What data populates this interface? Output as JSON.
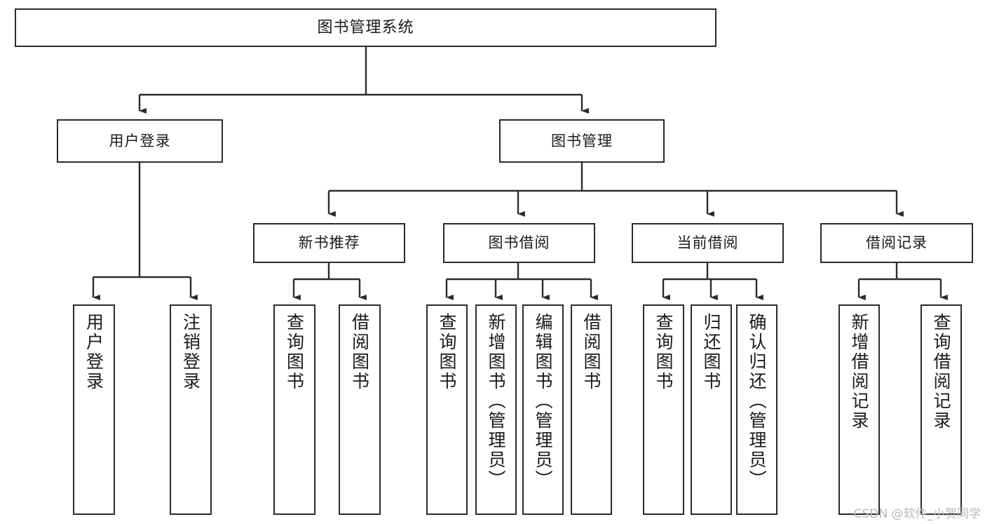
{
  "diagram": {
    "type": "tree-hierarchy",
    "title": "图书管理系统",
    "root": {
      "id": "root",
      "label": "图书管理系统"
    },
    "level2": [
      {
        "id": "user-login",
        "label": "用户登录"
      },
      {
        "id": "book-manage",
        "label": "图书管理"
      }
    ],
    "level3": [
      {
        "id": "new-book-rec",
        "label": "新书推荐",
        "parent": "book-manage"
      },
      {
        "id": "book-borrow",
        "label": "图书借阅",
        "parent": "book-manage"
      },
      {
        "id": "current-borrow",
        "label": "当前借阅",
        "parent": "book-manage"
      },
      {
        "id": "borrow-record",
        "label": "借阅记录",
        "parent": "book-manage"
      }
    ],
    "leaves": [
      {
        "id": "leaf-user-login",
        "label": "用户登录",
        "parent": "user-login"
      },
      {
        "id": "leaf-logout",
        "label": "注销登录",
        "parent": "user-login"
      },
      {
        "id": "leaf-query-book-1",
        "label": "查询图书",
        "parent": "new-book-rec"
      },
      {
        "id": "leaf-borrow-book-1",
        "label": "借阅图书",
        "parent": "new-book-rec"
      },
      {
        "id": "leaf-query-book-2",
        "label": "查询图书",
        "parent": "book-borrow"
      },
      {
        "id": "leaf-add-book",
        "label": "新增图书（管理员）",
        "parent": "book-borrow"
      },
      {
        "id": "leaf-edit-book",
        "label": "编辑图书（管理员）",
        "parent": "book-borrow"
      },
      {
        "id": "leaf-borrow-book-2",
        "label": "借阅图书",
        "parent": "book-borrow"
      },
      {
        "id": "leaf-query-book-3",
        "label": "查询图书",
        "parent": "current-borrow"
      },
      {
        "id": "leaf-return-book",
        "label": "归还图书",
        "parent": "current-borrow"
      },
      {
        "id": "leaf-confirm-return",
        "label": "确认归还（管理员）",
        "parent": "current-borrow"
      },
      {
        "id": "leaf-add-record",
        "label": "新增借阅记录",
        "parent": "borrow-record"
      },
      {
        "id": "leaf-query-record",
        "label": "查询借阅记录",
        "parent": "borrow-record"
      }
    ],
    "colors": {
      "stroke": "#2b2b2b",
      "fill": "#ffffff",
      "text": "#1a1a1a",
      "watermark": "#b9b9b9"
    }
  },
  "watermark": {
    "text": "CSDN @软件_小贺同学"
  }
}
